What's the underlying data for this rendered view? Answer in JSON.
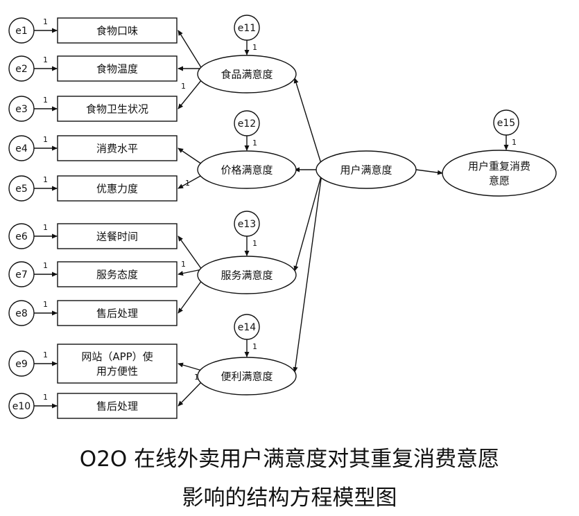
{
  "diagram": {
    "errors": [
      "e1",
      "e2",
      "e3",
      "e4",
      "e5",
      "e6",
      "e7",
      "e8",
      "e9",
      "e10",
      "e11",
      "e12",
      "e13",
      "e14",
      "e15"
    ],
    "indicators": [
      {
        "label": [
          "食物口味"
        ]
      },
      {
        "label": [
          "食物温度"
        ]
      },
      {
        "label": [
          "食物卫生状况"
        ]
      },
      {
        "label": [
          "消费水平"
        ]
      },
      {
        "label": [
          "优惠力度"
        ]
      },
      {
        "label": [
          "送餐时间"
        ]
      },
      {
        "label": [
          "服务态度"
        ]
      },
      {
        "label": [
          "售后处理"
        ]
      },
      {
        "label": [
          "网站（APP）使",
          "用方便性"
        ]
      },
      {
        "label": [
          "售后处理"
        ]
      }
    ],
    "latents": [
      {
        "label": [
          "食品满意度"
        ]
      },
      {
        "label": [
          "价格满意度"
        ]
      },
      {
        "label": [
          "服务满意度"
        ]
      },
      {
        "label": [
          "便利满意度"
        ]
      },
      {
        "label": [
          "用户满意度"
        ]
      },
      {
        "label": [
          "用户重复消费",
          "意愿"
        ]
      }
    ],
    "path_weight": "1"
  },
  "caption": {
    "line1": "O2O 在线外卖用户满意度对其重复消费意愿",
    "line2": "影响的结构方程模型图"
  }
}
